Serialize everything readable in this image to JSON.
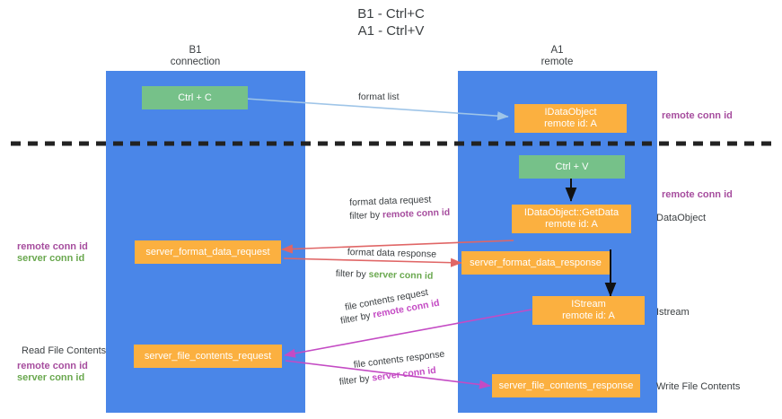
{
  "title": "B1 - Ctrl+C\nA1 - Ctrl+V",
  "lanes": [
    {
      "name": "b1",
      "label": "B1\nconnection"
    },
    {
      "name": "a1",
      "label": "A1\nremote"
    }
  ],
  "boxes": {
    "ctrl_c": "Ctrl + C",
    "ctrl_v": "Ctrl + V",
    "idataobject": "IDataObject\nremote id: A",
    "getdata": "IDataObject::GetData\nremote id: A",
    "istream": "IStream\nremote id: A",
    "server_format_data_request": "server_format_data_request",
    "server_format_data_response": "server_format_data_response",
    "server_file_contents_request": "server_file_contents_request",
    "server_file_contents_response": "server_file_contents_response"
  },
  "edges": {
    "format_list": "format list",
    "format_data_request": "format data request",
    "format_data_request_filter_prefix": "filter by ",
    "format_data_request_filter_key": "remote conn id",
    "format_data_response": "format data response",
    "format_data_response_filter_prefix": "filter by ",
    "format_data_response_filter_key": "server conn id",
    "file_contents_request": "file contents request",
    "file_contents_request_filter_prefix": "filter by ",
    "file_contents_request_filter_key": "remote conn id",
    "file_contents_response": "file contents response",
    "file_contents_response_filter_prefix": "filter by ",
    "file_contents_response_filter_key": "server conn id"
  },
  "annotations": {
    "right_remote_conn_id_top": "remote conn id",
    "right_remote_conn_id_mid": "remote conn id",
    "right_dataobject": "DataObject",
    "right_istream": "Istream",
    "right_write_file_contents": "Write File Contents",
    "left_remote_conn_id": "remote conn id",
    "left_server_conn_id": "server conn id",
    "left_read_file_contents": "Read File Contents",
    "left_remote_conn_id_2": "remote conn id",
    "left_server_conn_id_2": "server conn id"
  },
  "colors": {
    "lane": "#4a86e8",
    "green_box": "#76c189",
    "orange_box": "#fbb040",
    "purple_label": "#a64d9e",
    "green_label": "#6aa84f",
    "magenta_arrow": "#c44bc4",
    "red_arrow": "#e06666",
    "blue_arrow": "#9fc5e8",
    "divider": "#222222"
  }
}
